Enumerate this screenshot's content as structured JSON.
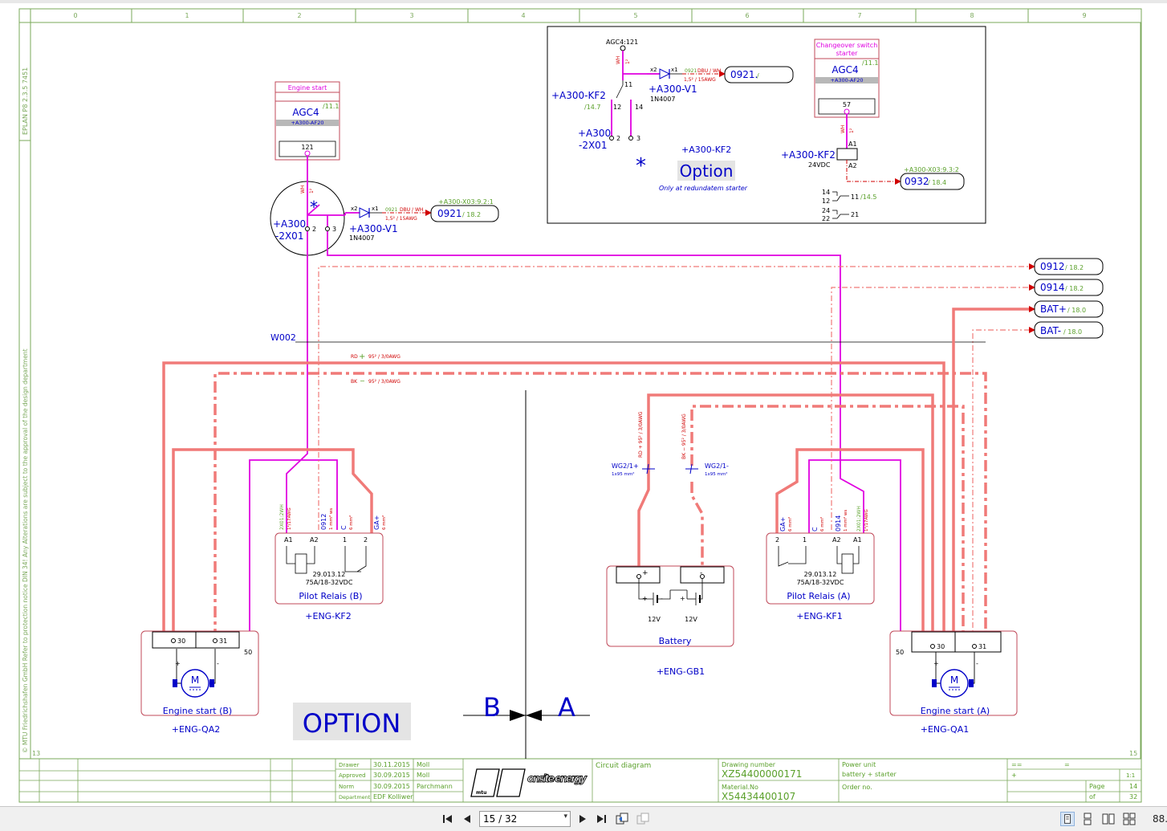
{
  "colors": {
    "frame": "#7aa85a",
    "wire_magenta": "#e000e0",
    "cable_red": "#f07a78",
    "blue_text": "#0000c8",
    "green_text": "#5aa02a",
    "red_text": "#d00000",
    "ref_green": "#5aa02a",
    "option_bg": "#e4e4e4"
  },
  "frame": {
    "columns": [
      "0",
      "1",
      "2",
      "3",
      "4",
      "5",
      "6",
      "7",
      "8",
      "9"
    ],
    "left_text_top": "EPLAN P8 2.3.5 7451",
    "left_text_main": "© MTU Friedrichshafen GmbH Refer to protection notice DIN 34! Any Alterations are subject to the approval of the design department",
    "row_left": "13",
    "row_right": "15"
  },
  "engine_start_block": {
    "title": "Engine start",
    "device": "AGC4",
    "ref": "/11.1",
    "tag": "+A300-AF20",
    "terminal": "121"
  },
  "connector_2x01": {
    "tag_line1": "+A300",
    "tag_line2": "-2X01",
    "pin2": "2",
    "pin3": "3",
    "star": "*",
    "wire_color": "WH",
    "wire_size": "1²"
  },
  "diode_v1": {
    "x2": "x2",
    "x1": "x1",
    "tag": "+A300-V1",
    "part": "1N4007",
    "wire_a": "0921",
    "wire_b": "DBU / WH",
    "wire_c": "1,5² / 15AWG",
    "ref_top": "+A300-X03:9.2:1",
    "target": "0921",
    "target_ref": "/ 18.2"
  },
  "inset": {
    "agc_label": "AGC4:121",
    "wire_wh": "WH",
    "wire_size": "1²",
    "x2": "x2",
    "x1": "x1",
    "wire_a": "0921",
    "wire_b": "DBU / WH",
    "wire_c": "1,5² / 15AWG",
    "target": "0921.",
    "target_suffix": "/",
    "v1_tag": "+A300-V1",
    "v1_part": "1N4007",
    "kf2_tag": "+A300-KF2",
    "kf2_ref": "/14.7",
    "pin11": "11",
    "pin12": "12",
    "pin14": "14",
    "x01_tag1": "+A300",
    "x01_tag2": "-2X01",
    "x01_pin2": "2",
    "x01_pin3": "3",
    "star": "*",
    "kf2_label": "+A300-KF2",
    "option": "Option",
    "option_note": "Only at redundatem starter",
    "changeover_title1": "Changeover switch",
    "changeover_title2": "starter",
    "agc_device": "AGC4",
    "agc_ref": "/11.1",
    "agc_tag": "+A300-AF20",
    "agc_terminal": "57",
    "relay_tag": "+A300-KF2",
    "relay_volt": "24VDC",
    "a1": "A1",
    "a2": "A2",
    "ref_top": "+A300-X03:9.3:2",
    "target2": "0932",
    "target2_ref": "/ 18.4",
    "c14": "14",
    "c12": "12",
    "c11": "11",
    "c11_ref": "/14.5",
    "c24": "24",
    "c22": "22",
    "c21": "21"
  },
  "right_refs": [
    {
      "label": "0912",
      "ref": "/ 18.2"
    },
    {
      "label": "0914",
      "ref": "/ 18.2"
    },
    {
      "label": "BAT+",
      "ref": "/ 18.0"
    },
    {
      "label": "BAT-",
      "ref": "/ 18.0"
    }
  ],
  "cables": {
    "w002": "W002",
    "rd_label": "RD",
    "rd_sign": "+",
    "rd_spec": "95² / 3/0AWG",
    "bk_label": "BK",
    "bk_sign": "−",
    "bk_spec": "95² / 3/0AWG"
  },
  "pilot_b": {
    "name": "Pilot Relais (B)",
    "tag": "+ENG-KF2",
    "type": "29.013.12",
    "rating": "75A/18-32VDC",
    "a1": "A1",
    "a2": "A2",
    "p1": "1",
    "p2": "2",
    "w1": "2X01:2WH",
    "w1b": "1²/17AWG",
    "w2": "0912",
    "w2b": "1 mm² ws",
    "w3": "C",
    "w3b": "6 mm²",
    "w4": "GA+",
    "w4b": "6 mm²"
  },
  "pilot_a": {
    "name": "Pilot Relais (A)",
    "tag": "+ENG-KF1",
    "type": "29.013.12",
    "rating": "75A/18-32VDC",
    "a1": "A1",
    "a2": "A2",
    "p1": "1",
    "p2": "2",
    "w1": "2X01:2WH",
    "w1b": "1²/17AWG",
    "w2": "0914",
    "w2b": "1 mm² ws",
    "w3": "C",
    "w3b": "6 mm²",
    "w4": "GA+",
    "w4b": "6 mm²"
  },
  "battery": {
    "name": "Battery",
    "tag": "+ENG-GB1",
    "v1": "12V",
    "v2": "12V",
    "plus": "+",
    "minus": "-",
    "wg_plus": "WG2/1+",
    "wg_plus_spec": "1x95 mm²",
    "wg_minus": "WG2/1-",
    "wg_minus_spec": "1x95 mm²",
    "rd_vert": "RD + 95² / 3/0AWG",
    "bk_vert": "BK − 95² / 3/0AWG"
  },
  "starter_b": {
    "name": "Engine start (B)",
    "tag": "+ENG-QA2",
    "t30": "30",
    "t31": "31",
    "t50": "50",
    "plus": "+",
    "minus": "-",
    "motor": "M"
  },
  "starter_a": {
    "name": "Engine start (A)",
    "tag": "+ENG-QA1",
    "t30": "30",
    "t31": "31",
    "t50": "50",
    "plus": "+",
    "minus": "-",
    "motor": "M"
  },
  "option_big": "OPTION",
  "section": {
    "b": "B",
    "a": "A"
  },
  "title_block": {
    "drawer_lbl": "Drawer",
    "drawer_date": "30.11.2015",
    "drawer_name": "Moll",
    "approved_lbl": "Approved",
    "approved_date": "30.09.2015",
    "approved_name": "Moll",
    "norm_lbl": "Norm",
    "norm_date": "30.09.2015",
    "norm_name": "Parchmann",
    "dept_lbl": "Department",
    "dept_val": "EDF Kolliwer",
    "logo_text": "onsite energy",
    "logo_mark": "mtu",
    "description": "Circuit diagram",
    "drawing_no_lbl": "Drawing number",
    "drawing_no": "XZ54400000171",
    "material_lbl": "Material.No",
    "material_no": "X54434400107",
    "power_unit_lbl": "Power unit",
    "power_unit_val": "battery + starter",
    "order_lbl": "Order no.",
    "eq1": "==",
    "eq2": "=",
    "plus": "+",
    "scale": "1:1",
    "page_lbl": "Page",
    "page_no": "14",
    "of_lbl": "of",
    "of_no": "32"
  },
  "viewer": {
    "page_field": "15 / 32",
    "zoom": "88."
  }
}
